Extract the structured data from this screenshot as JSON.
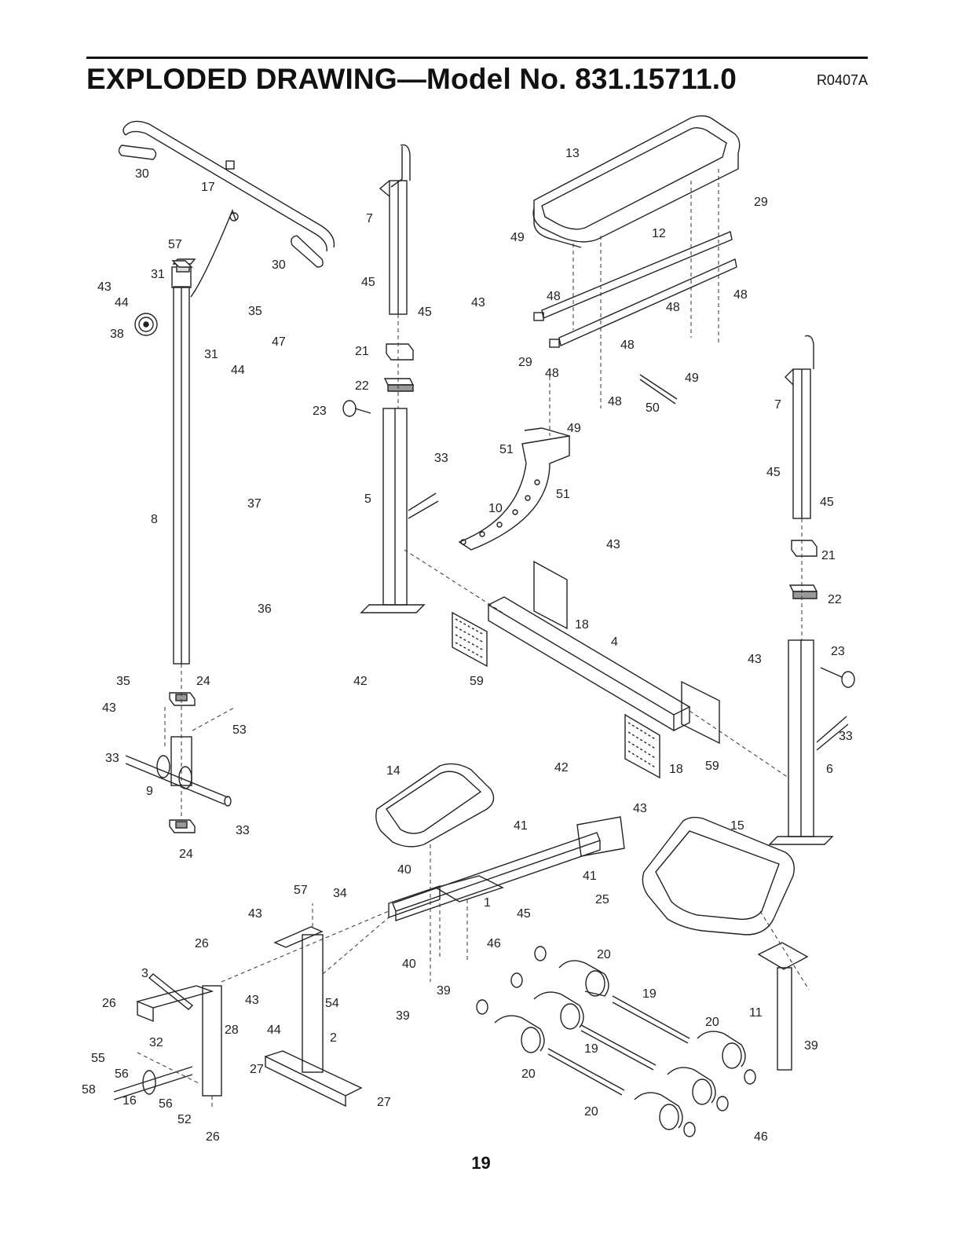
{
  "header": {
    "title": "EXPLODED DRAWING—Model No. 831.15711.0",
    "code": "R0407A"
  },
  "page_number": "19",
  "callouts": [
    "1",
    "2",
    "3",
    "4",
    "5",
    "6",
    "7",
    "8",
    "9",
    "10",
    "11",
    "12",
    "13",
    "14",
    "15",
    "16",
    "17",
    "18",
    "19",
    "20",
    "21",
    "22",
    "23",
    "24",
    "25",
    "26",
    "27",
    "28",
    "29",
    "30",
    "31",
    "32",
    "33",
    "34",
    "35",
    "36",
    "37",
    "38",
    "39",
    "40",
    "41",
    "42",
    "43",
    "44",
    "45",
    "46",
    "47",
    "48",
    "49",
    "50",
    "51",
    "52",
    "53",
    "54",
    "55",
    "56",
    "57",
    "58",
    "59"
  ]
}
